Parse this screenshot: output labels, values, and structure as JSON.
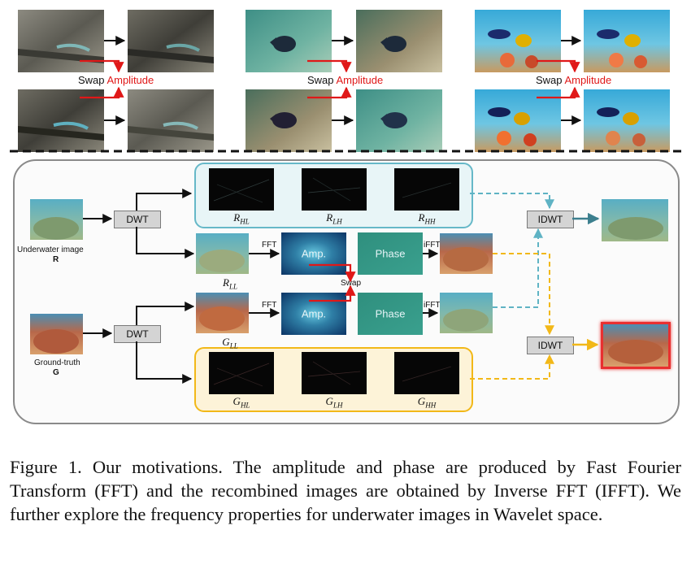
{
  "top_section": {
    "swap_word": "Swap",
    "amplitude_word": "Amplitude"
  },
  "diagram": {
    "dwt_label": "DWT",
    "idwt_label": "IDWT",
    "fft_label": "FFT",
    "ifft_label": "iFFT",
    "amp_label": "Amp.",
    "phase_label": "Phase",
    "swap_label": "Swap",
    "underwater_title": "Underwater image",
    "underwater_symbol": "R",
    "gt_title": "Ground-truth",
    "gt_symbol": "G",
    "r_sym": "R",
    "g_sym": "G",
    "sub_hl": "HL",
    "sub_lh": "LH",
    "sub_hh": "HH",
    "sub_ll": "LL"
  },
  "caption": "Figure 1. Our motivations. The amplitude and phase are produced by Fast Fourier Transform (FFT) and the recombined images are obtained by Inverse FFT (IFFT). We further explore the frequency properties for underwater images in Wavelet space.",
  "colors": {
    "arrow_red": "#e01818",
    "arrow_teal": "#5fb3c4",
    "arrow_yellow": "#f2b818",
    "highlight_red": "#e83030",
    "panel_teal_bg": "#e8f5f7",
    "panel_yellow_bg": "#fdf3d8"
  }
}
